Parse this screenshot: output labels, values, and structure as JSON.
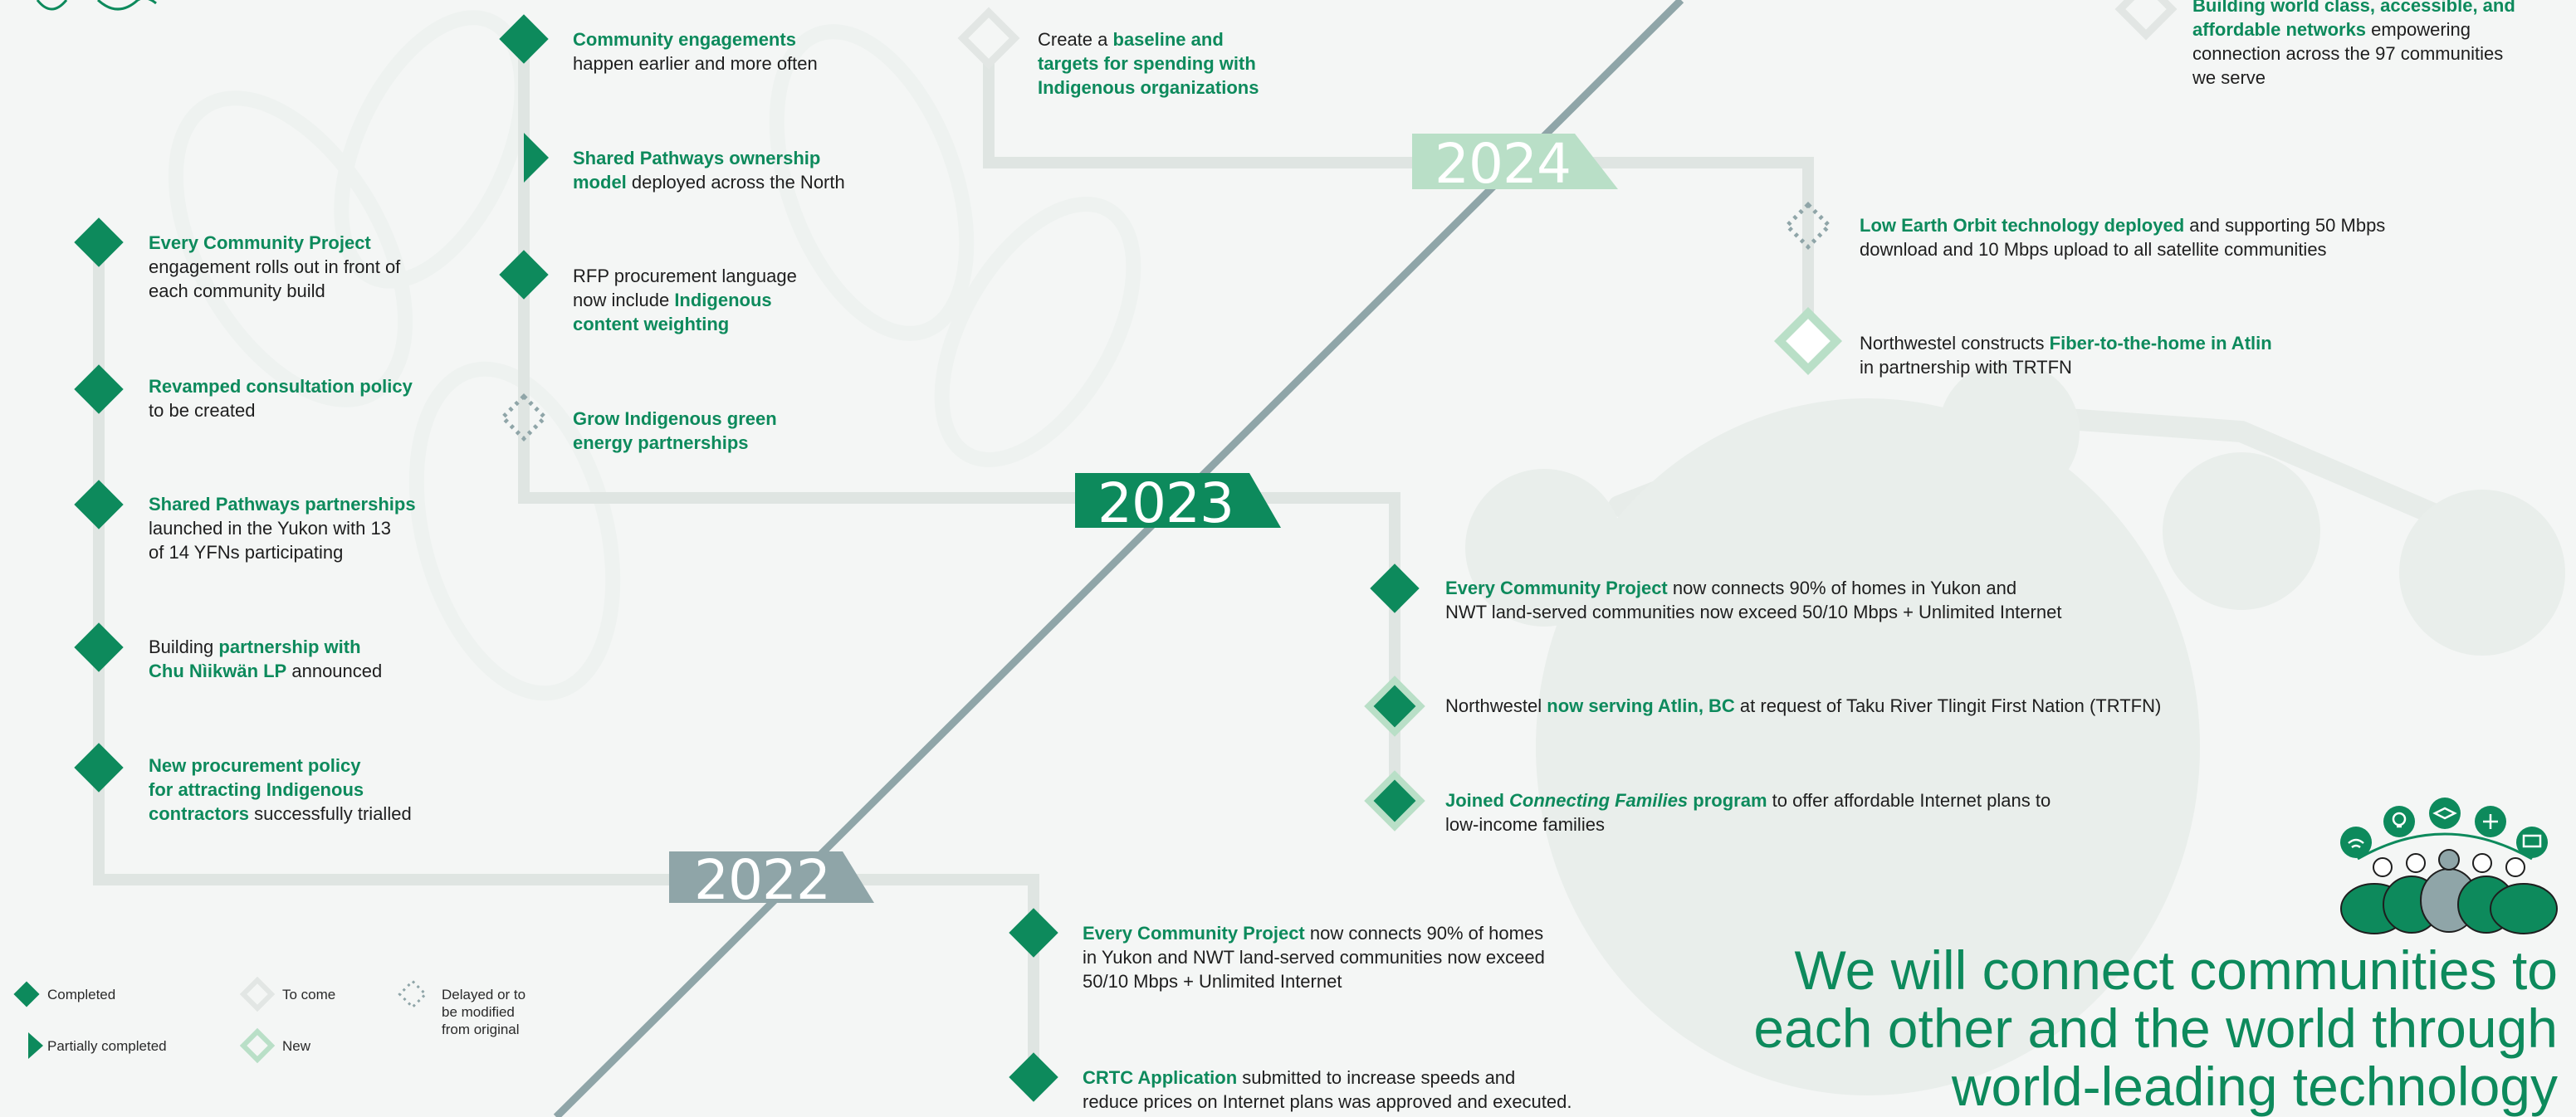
{
  "colors": {
    "green": "#0d8a5c",
    "track": "#dfe5e2",
    "diagonal": "#8fa5a8",
    "year_2022": "#8fa5a8",
    "year_2023": "#0d8a5c",
    "year_2024": "#b9dfc7",
    "new_marker": "#b9dfc7",
    "to_come_marker": "#e2e6e4",
    "delayed_marker": "#8fa5a8"
  },
  "years": {
    "y2022": "2022",
    "y2023": "2023",
    "y2024": "2024"
  },
  "col1": {
    "i1": {
      "a": "Every Community Project",
      "b": "engagement rolls out in front of",
      "c": "each community build",
      "status": "completed"
    },
    "i2": {
      "a": "Revamped consultation policy",
      "b": "to be created",
      "status": "completed"
    },
    "i3": {
      "a": "Shared Pathways partnerships",
      "b": "launched in the Yukon with 13",
      "c": "of 14 YFNs participating",
      "status": "completed"
    },
    "i4": {
      "a": "Building ",
      "b": "partnership with",
      "c": "Chu Nìikwän LP",
      "d": " announced",
      "status": "completed"
    },
    "i5": {
      "a": "New procurement policy",
      "b": "for attracting Indigenous",
      "c": "contractors",
      "d": " successfully trialled",
      "status": "completed"
    }
  },
  "col2": {
    "i1": {
      "a": "Community engagements",
      "b": "happen earlier and more often",
      "status": "completed"
    },
    "i2": {
      "a": "Shared Pathways ownership",
      "b": "model",
      "c": " deployed across the North",
      "status": "partially-completed"
    },
    "i3": {
      "a": "RFP procurement language",
      "b": "now include ",
      "c": "Indigenous",
      "d": "content weighting",
      "status": "completed"
    },
    "i4": {
      "a": "Grow Indigenous green",
      "b": "energy partnerships",
      "status": "delayed"
    }
  },
  "col3": {
    "i1": {
      "a": "Create a ",
      "b": "baseline and",
      "c": "targets for spending with",
      "d": "Indigenous organizations",
      "status": "to-come"
    }
  },
  "col4": {
    "i1": {
      "a": "Building world class, accessible, and",
      "b": "affordable networks",
      "c": " empowering",
      "d": "connection across the 97 communities",
      "e": "we serve",
      "status": "to-come"
    },
    "i2": {
      "a": "Low Earth Orbit technology deployed",
      "b": " and supporting 50 Mbps",
      "c": "download and 10 Mbps upload to all satellite communities",
      "status": "delayed"
    },
    "i3": {
      "a": "Northwestel constructs ",
      "b": "Fiber-to-the-home in Atlin",
      "c": "in partnership with TRTFN",
      "status": "new"
    }
  },
  "col5": {
    "i1": {
      "a": "Every Community Project",
      "b": " now connects 90% of homes in Yukon and",
      "c": "NWT land-served communities now exceed 50/10 Mbps + Unlimited Internet",
      "status": "completed"
    },
    "i2": {
      "a": "Northwestel ",
      "b": "now serving Atlin, BC",
      "c": " at request of Taku River Tlingit First Nation (TRTFN)",
      "status": "new-completed"
    },
    "i3": {
      "a": "Joined ",
      "b": "Connecting Families",
      "c": " program",
      "d": " to offer affordable Internet plans to",
      "e": "low-income families",
      "status": "new-completed"
    }
  },
  "col6": {
    "i1": {
      "a": "Every Community Project",
      "b": " now connects 90% of homes",
      "c": "in Yukon and NWT land-served communities now exceed",
      "d": "50/10 Mbps + Unlimited Internet",
      "status": "completed"
    },
    "i2": {
      "a": "CRTC Application",
      "b": " submitted to increase speeds and",
      "c": "reduce prices on Internet plans was approved and executed.",
      "status": "completed"
    }
  },
  "legend": {
    "completed": "Completed",
    "partially": "Partially completed",
    "to_come": "To come",
    "new": "New",
    "delayed_1": "Delayed or to",
    "delayed_2": "be modified",
    "delayed_3": "from original"
  },
  "tagline": {
    "line1": "We will connect communities to",
    "line2": "each other and the world through",
    "line3": "world-leading technology"
  },
  "icons": [
    "wifi-icon",
    "lightbulb-icon",
    "graduation-cap-icon",
    "medical-icon",
    "computer-icon",
    "people-icon",
    "leaf-icon"
  ]
}
